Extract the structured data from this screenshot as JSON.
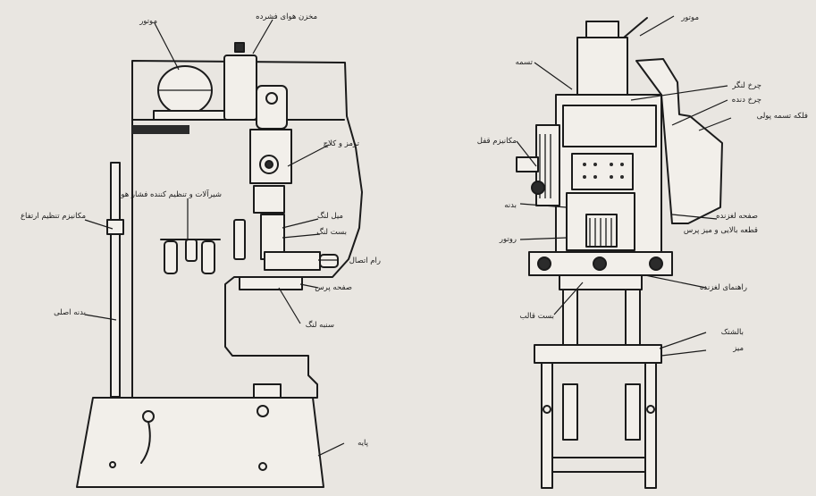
{
  "labels": {
    "motor_left": "موتور",
    "air_tank": "مخزن هوای فشرده",
    "brake_clutch": "ترمز و کلاچ",
    "air_filter_units": "شیرآلات و تنظیم کننده فشار هوا",
    "height_adjust": "مکانیزم تنظیم ارتفاع",
    "column": "بدنه اصلی",
    "ram_adjust": "میل لنگ",
    "ram_lock": "بست لنگ",
    "slide_link": "رام اتصال",
    "press_table_left": "صفحه پرس",
    "punch_holder": "سنبه لنگ",
    "base": "پایه",
    "motor_right": "موتور",
    "belt": "تسمه",
    "flywheel": "چرخ لنگر",
    "gear": "چرخ دنده",
    "v_belt_pulley": "فلکه تسمه پولی",
    "lock_mechanism": "مکانیزم قفل",
    "frame": "بدنه",
    "rotor": "روتور",
    "slide": "صفحه لغزنده",
    "ram_bolster": "قطعه بالایی و میز پرس",
    "slide_guide": "راهنمای لغزنده",
    "die_clamp": "بست قالب",
    "bolster": "بالشتک",
    "table": "میز"
  }
}
